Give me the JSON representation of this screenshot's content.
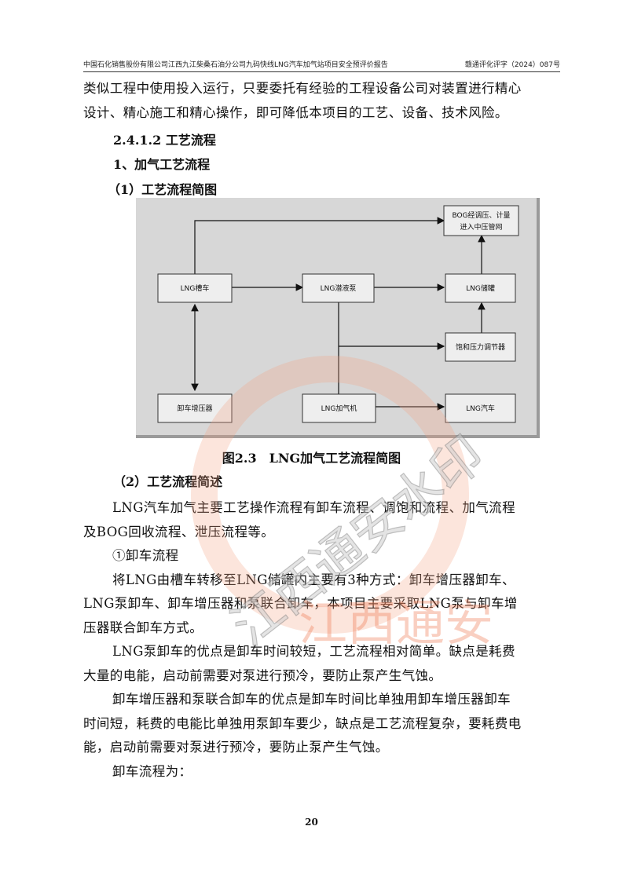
{
  "header": {
    "left": "中国石化销售股份有限公司江西九江柴桑石油分公司九码快线LNG汽车加气站项目安全预评价报告",
    "right": "赣通评化评字（2024）087号"
  },
  "intro_lines": [
    "类似工程中使用投入运行，只要委托有经验的工程设备公司对装置进行精心",
    "设计、精心施工和精心操作，即可降低本项目的工艺、设备、技术风险。"
  ],
  "section_heading": "2.4.1.2 工艺流程",
  "subheading_1": "1、加气工艺流程",
  "subheading_1_1": "（1）工艺流程简图",
  "diagram": {
    "nodes": {
      "tanker": "LNG槽车",
      "pump": "LNG潜液泵",
      "storage": "LNG储罐",
      "bog_line1": "BOG经调压、计量",
      "bog_line2": "进入中压管网",
      "saturation": "饱和压力调节器",
      "unloader": "卸车增压器",
      "dispenser": "LNG加气机",
      "vehicle": "LNG汽车"
    }
  },
  "caption": "图2.3　LNG加气工艺流程简图",
  "subheading_2": "（2）工艺流程简述",
  "paragraphs": [
    [
      "LNG汽车加气主要工艺操作流程有卸车流程、调饱和流程、加气流程",
      "及BOG回收流程、泄压流程等。"
    ],
    [
      "①卸车流程"
    ],
    [
      "将LNG由槽车转移至LNG储罐内主要有3种方式：卸车增压器卸车、",
      "LNG泵卸车、卸车增压器和泵联合卸车，本项目主要采取LNG泵与卸车增",
      "压器联合卸车方式。"
    ],
    [
      "LNG泵卸车的优点是卸车时间较短，工艺流程相对简单。缺点是耗费",
      "大量的电能，启动前需要对泵进行预冷，要防止泵产生气蚀。"
    ],
    [
      "卸车增压器和泵联合卸车的优点是卸车时间比单独用卸车增压器卸车",
      "时间短，耗费的电能比单独用泵卸车要少，缺点是工艺流程复杂，要耗费电",
      "能，启动前需要对泵进行预冷，要防止泵产生气蚀。"
    ],
    [
      "卸车流程为："
    ]
  ],
  "page_number": "20",
  "watermark": {
    "line1": "江西通安水印",
    "line2": "江西通安",
    "color": "#f07850"
  }
}
